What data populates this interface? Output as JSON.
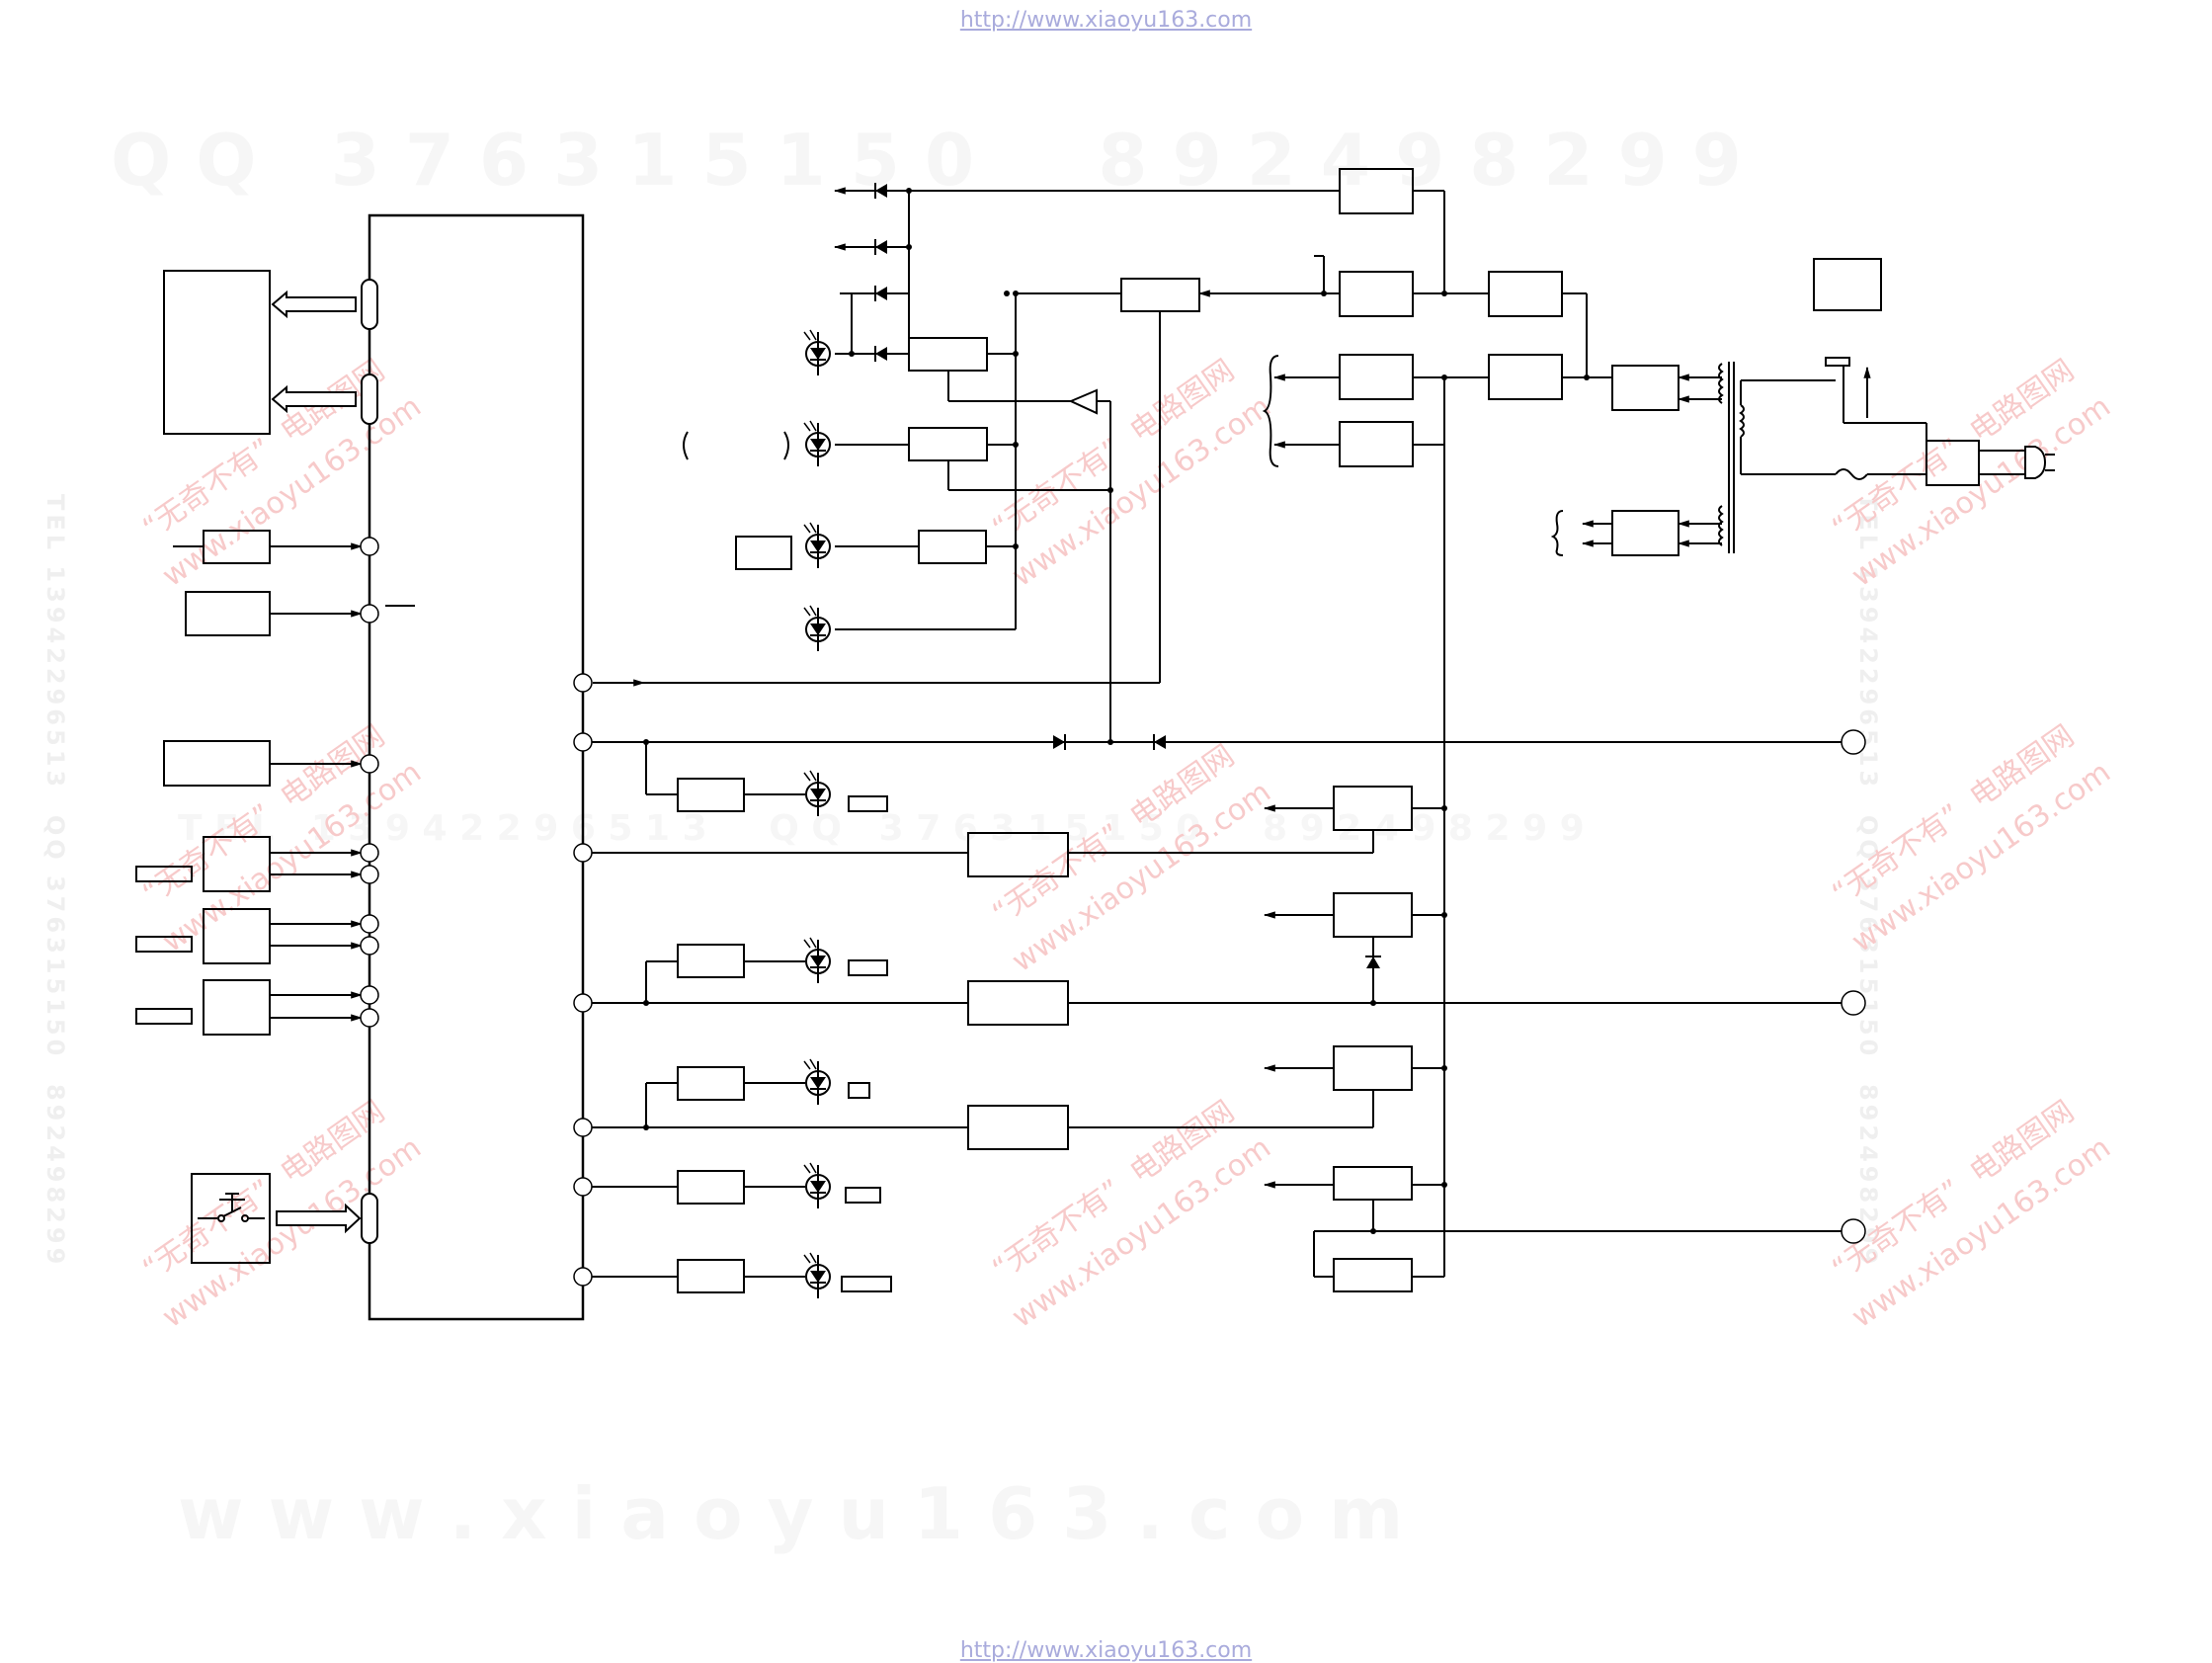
{
  "header": {
    "url": "http://www.xiaoyu163.com"
  },
  "footer": {
    "url": "http://www.xiaoyu163.com"
  },
  "watermarks": {
    "qq_line": "Q Q   3 7 6 3 1 5 1 5 0     8 9 2 4 9 8 2 9 9",
    "middle_line": "T E L   1 3 9 4 2 2 9 6 5 1 3     Q Q   3 7 6 3 1 5 1 5 0     8 9 2 4 9 8 2 9 9",
    "bottom_line": "w w w . x i a o y u 1 6 3 . c o m",
    "side_tel": "TEL 13942296513  QQ 376315150  892498299",
    "stamp_cn": "“无奇不有”  电路图网",
    "stamp_url": "www.xiaoyu163.com"
  },
  "colors": {
    "line": "#000000",
    "watermark_text": "#f6f6f6",
    "stamp_red": "#f7caca",
    "link": "#a9abdc"
  },
  "icons": [
    "led-icon",
    "diode-icon",
    "buffer-amp-icon",
    "transformer-icon",
    "power-plug-icon",
    "switch-icon",
    "connector-terminal-icon"
  ]
}
